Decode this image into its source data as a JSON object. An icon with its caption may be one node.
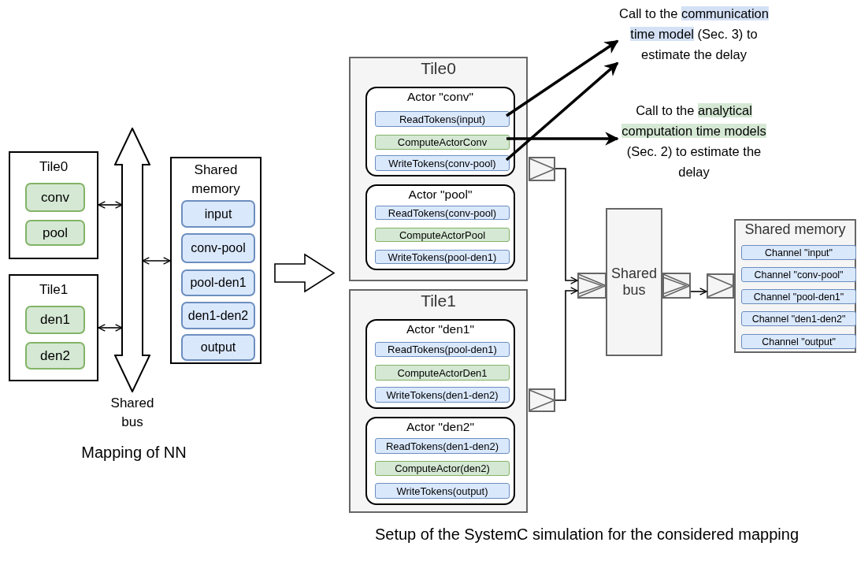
{
  "diagram": {
    "nodes": [
      {
        "text": [
          "Tile0"
        ]
      },
      {
        "text": [
          "conv"
        ],
        "in": 0
      },
      {
        "text": [
          "pool"
        ],
        "in": 0
      },
      {
        "text": [
          "Tile1"
        ]
      },
      {
        "text": [
          "den1"
        ],
        "in": 3
      },
      {
        "text": [
          "den2"
        ],
        "in": 3
      },
      {
        "text": [
          "Shared bus"
        ]
      },
      {
        "text": [
          "Shared memory"
        ]
      },
      {
        "text": [
          "input"
        ],
        "in": 7
      },
      {
        "text": [
          "conv-pool"
        ],
        "in": 7
      },
      {
        "text": [
          "pool-den1"
        ],
        "in": 7
      },
      {
        "text": [
          "den1-den2"
        ],
        "in": 7
      },
      {
        "text": [
          "output"
        ],
        "in": 7
      },
      {
        "text": [
          "Tile0"
        ]
      },
      {
        "text": [
          "Actor \"conv\""
        ],
        "in": 13
      },
      {
        "text": [
          "ReadTokens(input)"
        ],
        "in": 14
      },
      {
        "text": [
          "ComputeActorConv"
        ],
        "in": 14
      },
      {
        "text": [
          "WriteTokens(conv-pool)"
        ],
        "in": 14
      },
      {
        "text": [
          "Actor \"pool\""
        ],
        "in": 13
      },
      {
        "text": [
          "ReadTokens(conv-pool)"
        ],
        "in": 18
      },
      {
        "text": [
          "ComputeActorPool"
        ],
        "in": 18
      },
      {
        "text": [
          "WriteTokens(pool-den1)"
        ],
        "in": 18
      },
      {
        "text": [
          "Tile1"
        ]
      },
      {
        "text": [
          "Actor \"den1\""
        ],
        "in": 22
      },
      {
        "text": [
          "ReadTokens(pool-den1)"
        ],
        "in": 23
      },
      {
        "text": [
          "ComputeActorDen1"
        ],
        "in": 23
      },
      {
        "text": [
          "WriteTokens(den1-den2)"
        ],
        "in": 23
      },
      {
        "text": [
          "Actor \"den2\""
        ],
        "in": 22
      },
      {
        "text": [
          "ReadTokens(den1-den2)"
        ],
        "in": 27
      },
      {
        "text": [
          "ComputeActor(den2)"
        ],
        "in": 27
      },
      {
        "text": [
          "WriteTokens(output)"
        ],
        "in": 27
      },
      {
        "text": [],
        "shape": "box"
      },
      {
        "text": [],
        "shape": "box"
      },
      {
        "text": [],
        "shape": "box"
      },
      {
        "text": [
          "Shared bus"
        ]
      },
      {
        "text": [],
        "shape": "box"
      },
      {
        "text": [],
        "shape": "box"
      },
      {
        "text": [
          "Shared memory"
        ]
      },
      {
        "text": [
          "Channel \"input\""
        ],
        "in": 37
      },
      {
        "text": [
          "Channel \"conv-pool\""
        ],
        "in": 37
      },
      {
        "text": [
          "Channel \"pool-den1\""
        ],
        "in": 37
      },
      {
        "text": [
          "Channel \"den1-den2\""
        ],
        "in": 37
      },
      {
        "text": [
          "Channel \"output\""
        ],
        "in": 37
      },
      {
        "text": [
          "Call to the communication time model (Sec. 3) to estimate the delay"
        ]
      },
      {
        "text": [
          "Call to the analytical computation time models (Sec. 2) to estimate the delay"
        ]
      }
    ],
    "edges": [
      {
        "from": 0,
        "to": 6,
        "arrow": "both"
      },
      {
        "from": 3,
        "to": 6,
        "arrow": "both"
      },
      {
        "from": 6,
        "to": 7,
        "arrow": "both"
      },
      {
        "from": 15,
        "to": 43,
        "arrow": "to",
        "style": "thick"
      },
      {
        "from": 17,
        "to": 43,
        "arrow": "to",
        "style": "thick"
      },
      {
        "from": 16,
        "to": 44,
        "arrow": "to",
        "style": "thick"
      },
      {
        "from": 31,
        "to": 33,
        "arrow": "to"
      },
      {
        "from": 32,
        "to": 33,
        "arrow": "to"
      },
      {
        "from": 35,
        "to": 36,
        "arrow": "to"
      }
    ],
    "labels": [
      "Mapping of NN",
      "Setup of the SystemC simulation for the considered mapping"
    ]
  }
}
